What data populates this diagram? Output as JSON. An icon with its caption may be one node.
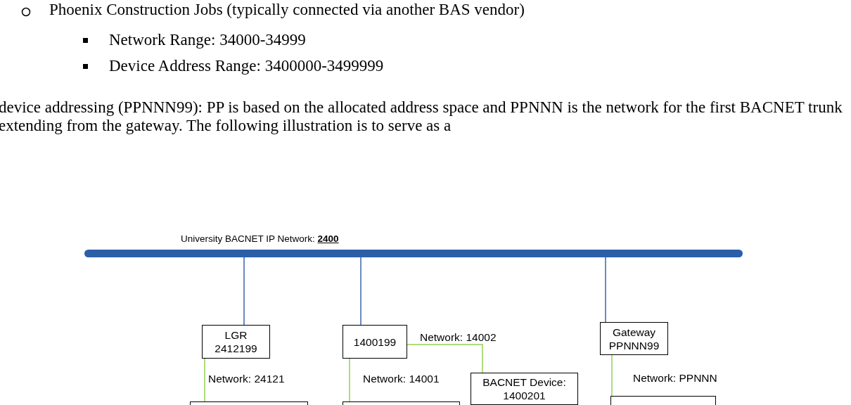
{
  "diagram": {
    "nodes": [
      {
        "text": [
          "University BACNET IP Network: **2400**"
        ]
      },
      {
        "text": [
          "LGR 2412199"
        ]
      },
      {
        "text": [
          "1400199"
        ]
      },
      {
        "text": [
          "Gateway PPNNN99"
        ]
      },
      {
        "text": [
          "BACNET Device: 1400201"
        ]
      },
      {
        "text": [],
        "shape": "box"
      },
      {
        "text": [],
        "shape": "box"
      },
      {
        "text": [],
        "shape": "box"
      }
    ],
    "edges": [
      {
        "from": 0,
        "to": 1,
        "arrow": "none",
        "color": "#3a64ad"
      },
      {
        "from": 0,
        "to": 2,
        "arrow": "none",
        "color": "#3a64ad"
      },
      {
        "from": 0,
        "to": 3,
        "arrow": "none",
        "color": "#3a64ad"
      },
      {
        "from": 1,
        "to": 5,
        "arrow": "none",
        "label": "Network: 24121"
      },
      {
        "from": 2,
        "to": 6,
        "arrow": "none",
        "label": "Network: 14001"
      },
      {
        "from": 2,
        "to": 4,
        "arrow": "none",
        "label": "Network: 14002"
      },
      {
        "from": 3,
        "to": 7,
        "arrow": "none",
        "label": "Network: PPNNN"
      }
    ],
    "labels": [
      "Phoenix Construction Jobs (typically connected via another BAS vendor)",
      "Network Range: 34000-34999",
      "Device Address Range: 3400000-3499999",
      "device addressing (PPNNN99): PP is based on the allocated address space and PPNNN is the network for the first BACNET trunk extending from the gateway. The following illustration is to serve as a"
    ]
  }
}
